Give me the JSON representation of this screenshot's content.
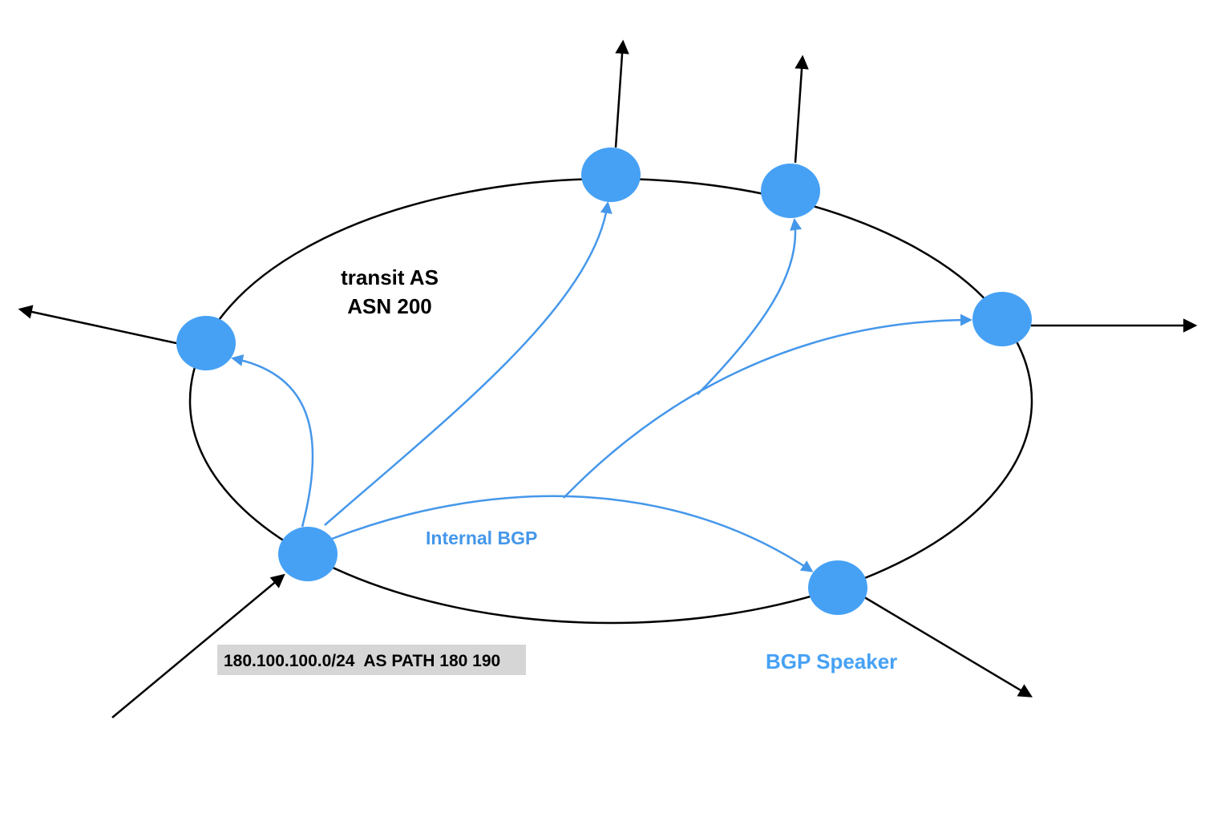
{
  "colors": {
    "router": "#46a1f5",
    "ibgp": "#4597ea",
    "external": "#000000",
    "boundary": "#000000",
    "prefix_box": "#d6d6d6"
  },
  "as_label": {
    "line1": "transit AS",
    "line2": "ASN 200"
  },
  "ibgp_label": "Internal BGP",
  "speaker_label": "BGP Speaker",
  "prefix_announcement": "180.100.100.0/24  AS PATH 180 190",
  "routers": [
    {
      "id": "left"
    },
    {
      "id": "top-center"
    },
    {
      "id": "top-right"
    },
    {
      "id": "right"
    },
    {
      "id": "bottom-right"
    },
    {
      "id": "bottom-left"
    }
  ]
}
